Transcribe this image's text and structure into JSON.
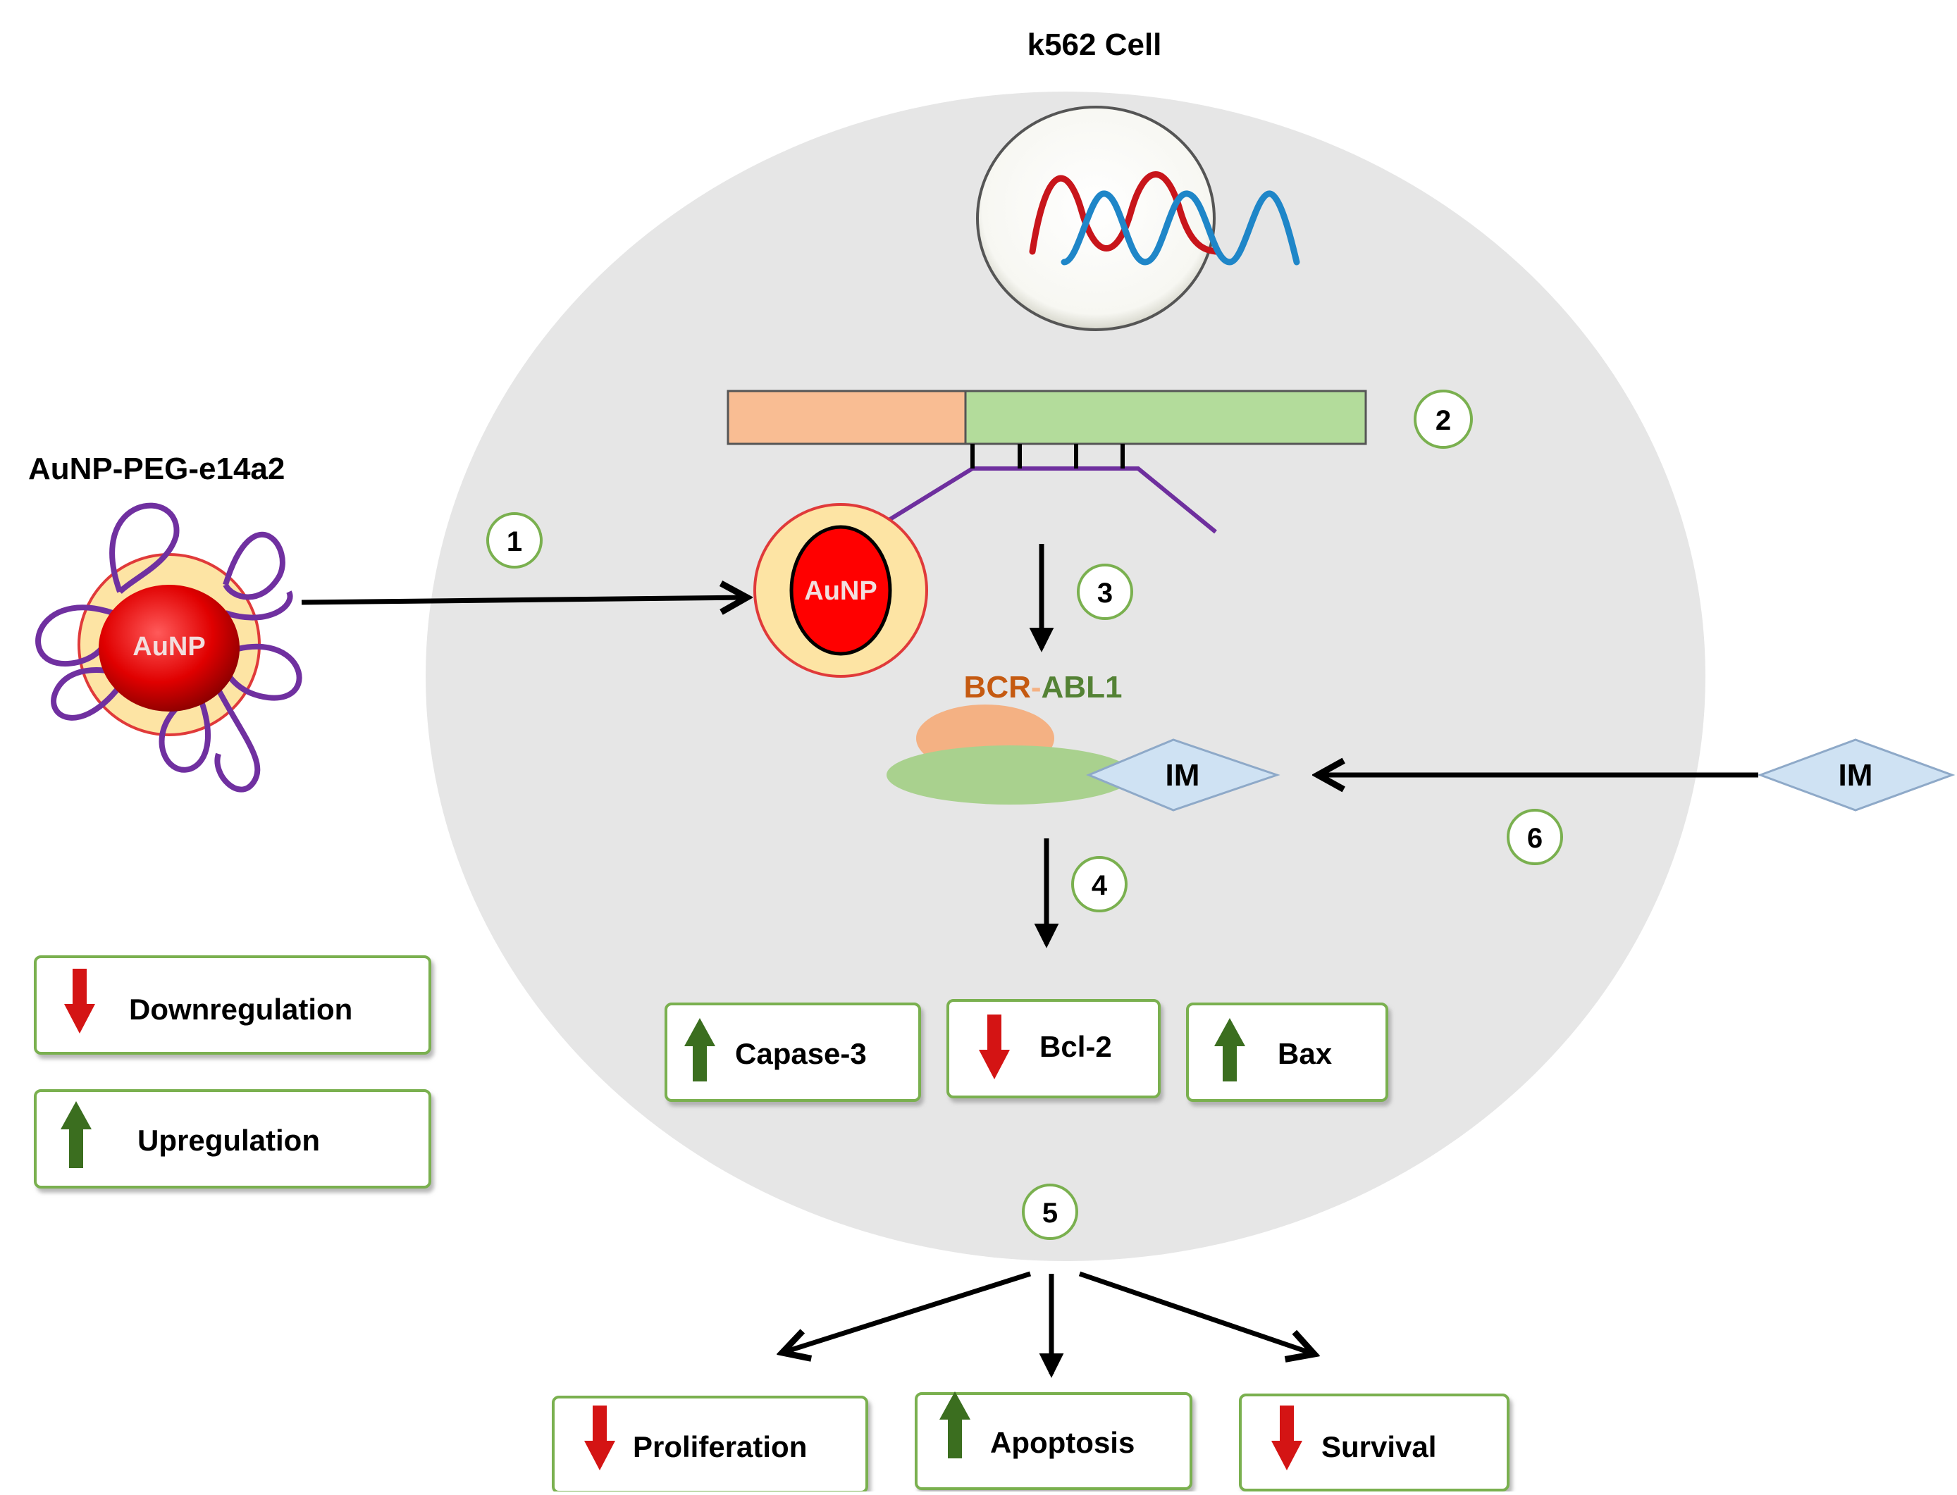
{
  "title": "k562 Cell",
  "nanoparticle": {
    "title": "AuNP-PEG-e14a2",
    "core_label": "AuNP"
  },
  "internal_particle_label": "AuNP",
  "fusion_protein": {
    "bcr": "BCR",
    "dash": "-",
    "abl1": "ABL1"
  },
  "drug": {
    "inside_label": "IM",
    "outside_label": "IM"
  },
  "steps": [
    "1",
    "2",
    "3",
    "4",
    "5",
    "6"
  ],
  "markers": [
    {
      "label": "Capase-3",
      "direction": "up"
    },
    {
      "label": "Bcl-2",
      "direction": "down"
    },
    {
      "label": "Bax",
      "direction": "up"
    }
  ],
  "outcomes": [
    {
      "label": "Proliferation",
      "direction": "down"
    },
    {
      "label": "Apoptosis",
      "direction": "up"
    },
    {
      "label": "Survival",
      "direction": "down"
    }
  ],
  "legend": [
    {
      "label": "Downregulation",
      "direction": "down"
    },
    {
      "label": "Upregulation",
      "direction": "up"
    }
  ],
  "colors": {
    "cell": "#e6e6e6",
    "bcr_orange": "#f9bd93",
    "abl_green": "#b3dc9b",
    "linker_purple": "#6e2f9e",
    "aunp_red": "#ff0000",
    "halo_yellow": "#fde4a4",
    "down_arrow_red": "#d41414",
    "up_arrow_green": "#3b6e1f",
    "circle_outline": "#7ab04f",
    "box_outline": "#7ab04f",
    "im_blue": "#cfe2f3",
    "dna_red": "#c8151b",
    "dna_blue": "#1f86c8",
    "bcr_text": "#c55a11",
    "abl_text": "#548235"
  }
}
